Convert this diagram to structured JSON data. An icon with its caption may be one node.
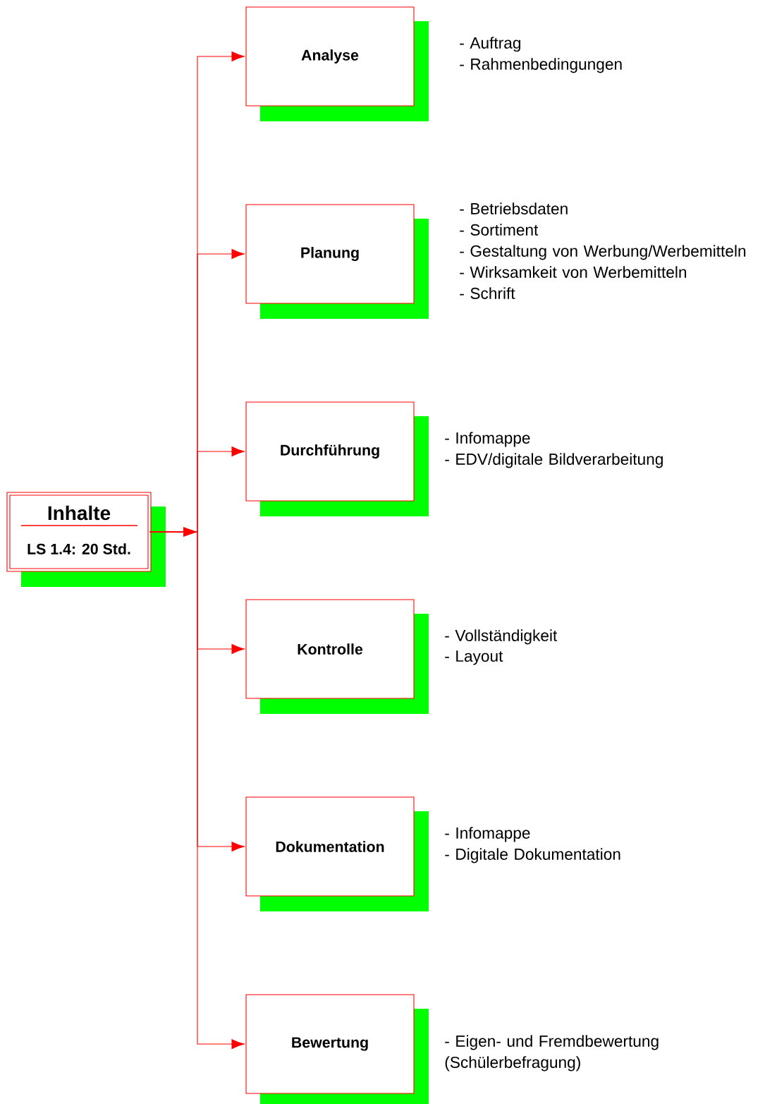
{
  "diagram": {
    "nodes": [
      {
        "text": [
          "Inhalte",
          "LS  1.4: 20 Std."
        ]
      },
      {
        "text": [
          "Analyse"
        ],
        "beside": [
          "- Auftrag",
          "- Rahmenbedingungen"
        ]
      },
      {
        "text": [
          "Planung"
        ],
        "beside": [
          "- Betriebsdaten",
          "- Sortiment",
          "- Gestaltung von Werbung/Werbemitteln",
          "- Wirksamkeit von Werbemitteln",
          "- Schrift"
        ]
      },
      {
        "text": [
          "Durchführung"
        ],
        "beside": [
          "- Infomappe",
          "- EDV/digitale Bildverarbeitung"
        ]
      },
      {
        "text": [
          "Kontrolle"
        ],
        "beside": [
          "- Vollständigkeit",
          "- Layout"
        ]
      },
      {
        "text": [
          "Dokumentation"
        ],
        "beside": [
          "- Infomappe",
          "- Digitale Dokumentation"
        ]
      },
      {
        "text": [
          "Bewertung"
        ],
        "beside": [
          "- Eigen- und Fremdbewertung (Schülerbefragung)"
        ]
      }
    ],
    "edges": [
      {
        "from": 0,
        "to": 1,
        "arrow": "to"
      },
      {
        "from": 0,
        "to": 2,
        "arrow": "to"
      },
      {
        "from": 0,
        "to": 3,
        "arrow": "to"
      },
      {
        "from": 0,
        "to": 4,
        "arrow": "to"
      },
      {
        "from": 0,
        "to": 5,
        "arrow": "to"
      },
      {
        "from": 0,
        "to": 6,
        "arrow": "to"
      }
    ]
  }
}
